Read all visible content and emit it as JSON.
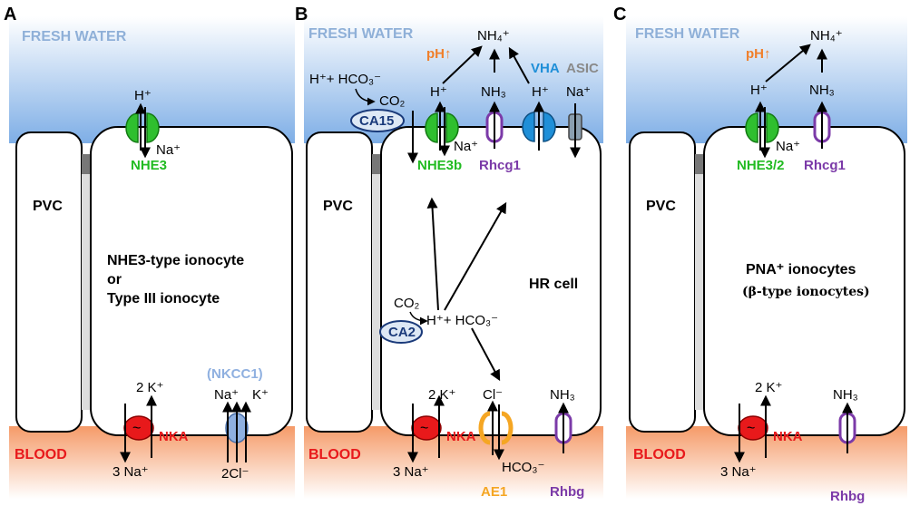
{
  "panels": [
    "A",
    "B",
    "C"
  ],
  "environment": {
    "water": "FRESH WATER",
    "blood": "BLOOD"
  },
  "colors": {
    "water": "#8fb5e3",
    "blood": "#f6a87a",
    "nhe": "#22bb22",
    "rhcg": "#7b3aa8",
    "vha": "#1f8fd8",
    "asic": "#8a8a8a",
    "nka": "#e8191b",
    "nkcc": "#8fb0e0",
    "ae1": "#f5a623",
    "ca": "#1a3a7a",
    "ph": "#f07f2a"
  },
  "panelA": {
    "pvc": "PVC",
    "cell_line1": "NHE3-type ionocyte",
    "cell_line2": "or",
    "cell_line3": "Type III ionocyte",
    "nhe3": "NHE3",
    "h": "H⁺",
    "na": "Na⁺",
    "nkcc1": "(NKCC1)",
    "nkcc_na": "Na⁺",
    "nkcc_k": "K⁺",
    "nkcc_cl": "2Cl⁻",
    "nka": "NKA",
    "nka_k": "2 K⁺",
    "nka_na": "3 Na⁺",
    "tilde": "~"
  },
  "panelB": {
    "pvc": "PVC",
    "cell": "HR cell",
    "ph": "pH↑",
    "nh4": "NH₄⁺",
    "h_hco3_top": "H⁺+ HCO₃⁻",
    "co2_top": "CO₂",
    "ca15": "CA15",
    "h_nhe": "H⁺",
    "na_nhe": "Na⁺",
    "nh3_rhcg": "NH₃",
    "vha": "VHA",
    "h_vha": "H⁺",
    "asic": "ASIC",
    "na_asic": "Na⁺",
    "nhe3b": "NHE3b",
    "rhcg1": "Rhcg1",
    "co2_in": "CO₂",
    "ca2": "CA2",
    "h_hco3_in": "H⁺+ HCO₃⁻",
    "nka_k": "2 K⁺",
    "nka_na": "3 Na⁺",
    "nka": "NKA",
    "cl": "Cl⁻",
    "hco3_ae": "HCO₃⁻",
    "ae1": "AE1",
    "nh3_rhbg": "NH₃",
    "rhbg": "Rhbg",
    "tilde": "~"
  },
  "panelC": {
    "pvc": "PVC",
    "cell_line1": "PNA⁺ ionocytes",
    "cell_line2": "(β-type ionocytes)",
    "ph": "pH↑",
    "nh4": "NH₄⁺",
    "h": "H⁺",
    "nh3_top": "NH₃",
    "na": "Na⁺",
    "nhe32": "NHE3/2",
    "rhcg1": "Rhcg1",
    "nka_k": "2 K⁺",
    "nka_na": "3 Na⁺",
    "nka": "NKA",
    "nh3_rhbg": "NH₃",
    "rhbg": "Rhbg",
    "tilde": "~"
  }
}
